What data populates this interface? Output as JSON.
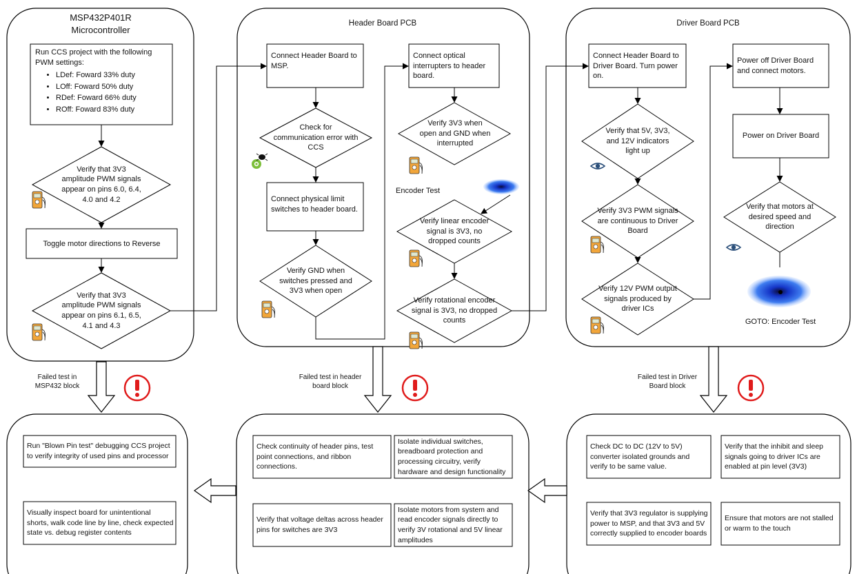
{
  "panels": {
    "msp_title_line1": "MSP432P401R",
    "msp_title_line2": "Microcontroller",
    "header_title": "Header Board PCB",
    "driver_title": "Driver Board PCB"
  },
  "msp": {
    "run_ccs": "Run CCS project with the following PWM settings:",
    "pwm_settings": [
      "LDef: Foward 33% duty",
      "LOff: Foward 50% duty",
      "RDef: Foward 66% duty",
      "ROff: Foward 83% duty"
    ],
    "verify_forward": "Verify that 3V3 amplitude PWM signals appear on pins 6.0, 6.4, 4.0 and 4.2",
    "toggle": "Toggle motor directions to Reverse",
    "verify_reverse": "Verify that 3V3 amplitude PWM signals appear on pins 6.1, 6.5, 4.1 and 4.3"
  },
  "header": {
    "connect_msp": "Connect Header Board to MSP.",
    "check_comm": "Check for communication error with CCS",
    "connect_limit": "Connect physical limit switches to header board.",
    "verify_gnd": "Verify GND when switches pressed and 3V3 when open",
    "connect_optical": "Connect optical interrupters to header board.",
    "verify_optical": "Verify 3V3 when open and GND when interrupted",
    "encoder_test_label": "Encoder Test",
    "verify_linear": "Verify linear encoder signal is 3V3, no dropped counts",
    "verify_rotational": "Verify rotational encoder signal is 3V3, no dropped counts"
  },
  "driver": {
    "connect_driver": "Connect Header Board to Driver Board. Turn power on.",
    "verify_indicators": "Verify that 5V, 3V3, and 12V indicators light up",
    "verify_pwm_cont": "Verify 3V3 PWM signals are continuous to Driver Board",
    "verify_12v": "Verify 12V PWM output signals produced by driver ICs",
    "power_off": "Power off Driver Board and connect motors.",
    "power_on": "Power on Driver Board",
    "verify_motors": "Verify that motors at desired speed and direction",
    "goto": "GOTO: Encoder Test"
  },
  "failures": {
    "msp_label": "Failed test in MSP432 block",
    "header_label": "Failed test in header board block",
    "driver_label": "Failed test in Driver Board block"
  },
  "debug": {
    "msp_blown_pin": "Run \"Blown Pin test\" debugging CCS project to verify integrity of used pins and processor",
    "msp_visual": "Visually inspect board for unintentional shorts, walk code line by line, check expected state vs. debug register contents",
    "header_continuity": "Check continuity of header pins, test point connections, and ribbon connections.",
    "header_isolate_switches": "Isolate individual switches, breadboard protection and processing circuitry, verify hardware and design functionality",
    "header_voltage_deltas": "Verify that voltage deltas across header pins for switches are 3V3",
    "header_isolate_motors": "Isolate motors from system and read encoder signals directly to verify 3V rotational and 5V linear amplitudes",
    "driver_dc_dc": "Check DC to DC (12V to 5V) converter isolated grounds and verify to be same value.",
    "driver_inhibit": "Verify that the inhibit and sleep signals going to driver ICs are enabled at pin level (3V3)",
    "driver_regulator": "Verify that 3V3 regulator is supplying power to MSP, and that 3V3 and 5V correctly supplied to encoder boards",
    "driver_stalled": "Ensure that motors are not stalled or warm to the touch"
  },
  "icons": {
    "multimeter": "multimeter-icon",
    "bug": "bug-icon",
    "eye": "eye-icon",
    "alert": "exclamation-icon",
    "encoder_disc": "encoder-disc-icon"
  },
  "colors": {
    "alert_red": "#e01b1b",
    "multimeter_body": "#f2a63a",
    "encoder_blue": "#1a3fd6"
  }
}
